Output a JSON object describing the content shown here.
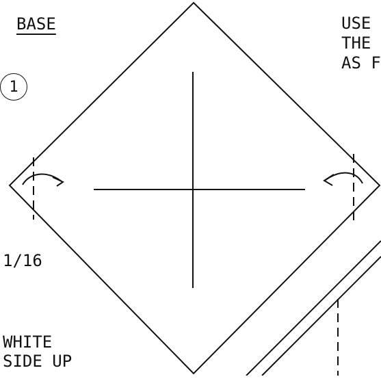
{
  "title": "BASE",
  "note_lines": [
    "USE",
    "THE",
    "AS F"
  ],
  "step_number": "1",
  "ratio": "1/16",
  "side_lines": [
    "WHITE",
    "SIDE UP"
  ],
  "colors": {
    "ink": "#111111",
    "paper": "#ffffff"
  }
}
